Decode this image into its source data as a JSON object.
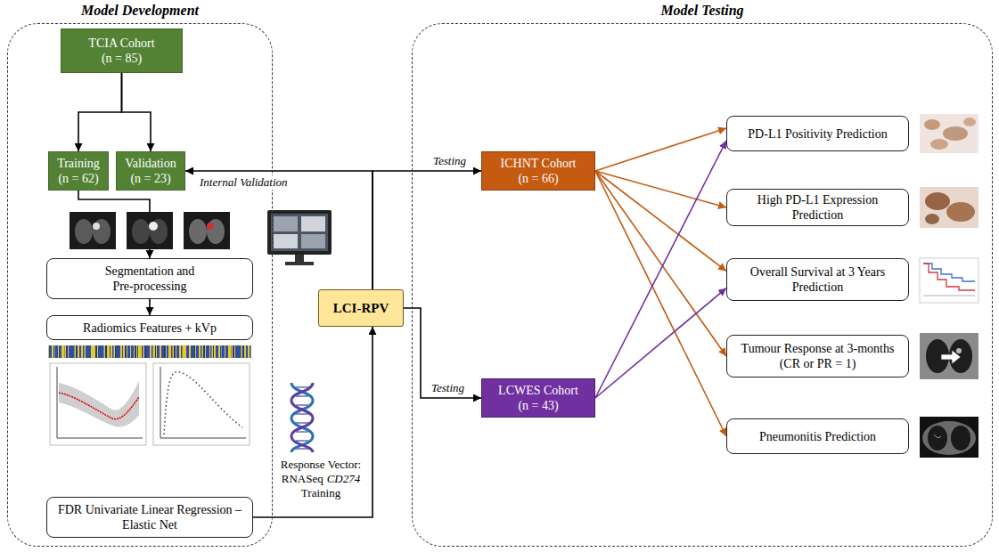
{
  "diagram": {
    "nodes": [
      {
        "text": [
          "Model Development"
        ]
      },
      {
        "text": [
          "TCIA Cohort (n = 85)"
        ],
        "in": 0
      },
      {
        "text": [
          "Training (n = 62)"
        ],
        "in": 0
      },
      {
        "text": [
          "Validation (n = 23)"
        ],
        "in": 0
      },
      {
        "text": [
          "Segmentation and Pre-processing"
        ],
        "in": 0
      },
      {
        "text": [
          "Radiomics Features + kVp"
        ],
        "in": 0
      },
      {
        "text": [
          "FDR Univariate Linear Regression – Elastic Net"
        ],
        "in": 0
      },
      {
        "text": [
          "LCI-RPV"
        ]
      },
      {
        "text": [
          "Model Testing"
        ]
      },
      {
        "text": [
          "ICHNT Cohort (n = 66)"
        ],
        "in": 8
      },
      {
        "text": [
          "LCWES Cohort (n = 43)"
        ],
        "in": 8
      },
      {
        "text": [
          "PD-L1 Positivity Prediction"
        ],
        "in": 8
      },
      {
        "text": [
          "High PD-L1 Expression Prediction"
        ],
        "in": 8
      },
      {
        "text": [
          "Overall Survival at 3 Years Prediction"
        ],
        "in": 8
      },
      {
        "text": [
          "Tumour Response at 3-months (CR or PR = 1)"
        ],
        "in": 8
      },
      {
        "text": [
          "Pneumonitis Prediction"
        ],
        "in": 8
      }
    ],
    "edges": [
      {
        "from": 1,
        "to": 2,
        "arrow": "to"
      },
      {
        "from": 1,
        "to": 3,
        "arrow": "to"
      },
      {
        "from": 2,
        "to": 4,
        "arrow": "to"
      },
      {
        "from": 4,
        "to": 5,
        "arrow": "to"
      },
      {
        "from": 6,
        "to": 7,
        "arrow": "to"
      },
      {
        "from": 7,
        "to": 3,
        "label": "Internal Validation",
        "arrow": "to"
      },
      {
        "from": 7,
        "to": 9,
        "label": "Testing",
        "arrow": "to"
      },
      {
        "from": 7,
        "to": 10,
        "label": "Testing",
        "arrow": "to"
      },
      {
        "from": 9,
        "to": 11,
        "arrow": "to"
      },
      {
        "from": 9,
        "to": 12,
        "arrow": "to"
      },
      {
        "from": 9,
        "to": 13,
        "arrow": "to"
      },
      {
        "from": 9,
        "to": 14,
        "arrow": "to"
      },
      {
        "from": 9,
        "to": 15,
        "arrow": "to"
      },
      {
        "from": 10,
        "to": 11,
        "arrow": "to"
      },
      {
        "from": 10,
        "to": 13,
        "arrow": "to"
      }
    ],
    "labels": [
      "Response Vector:",
      "RNASeq",
      "CD274",
      "Training"
    ]
  }
}
